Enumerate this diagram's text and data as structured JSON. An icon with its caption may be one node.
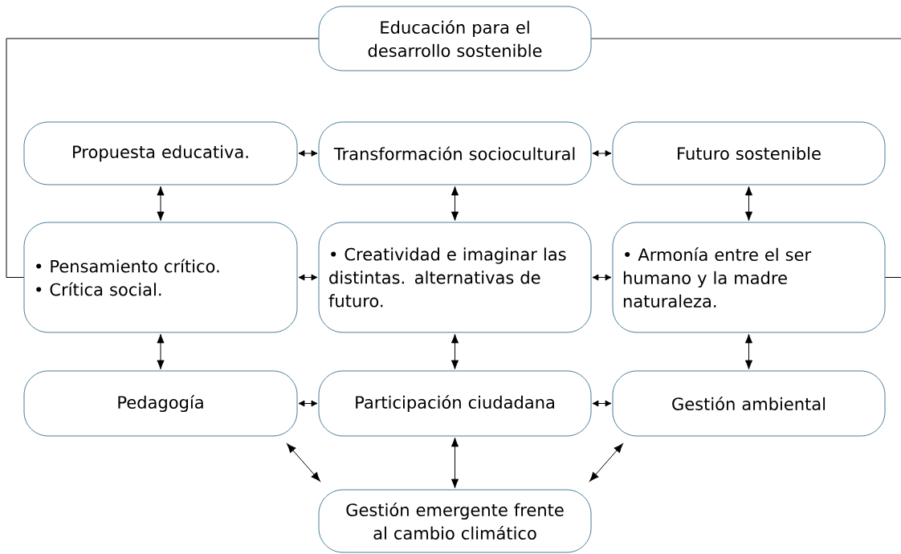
{
  "diagram": {
    "nodes": [
      {
        "text": [
          "Educación para el desarrollo sostenible"
        ]
      },
      {
        "text": [
          "Propuesta educativa."
        ]
      },
      {
        "text": [
          "Transformación sociocultural"
        ]
      },
      {
        "text": [
          "Futuro sostenible"
        ]
      },
      {
        "text": [
          "• Pensamiento crítico.",
          "• Crítica social."
        ]
      },
      {
        "text": [
          "• Creatividad e imaginar las distintas. alternativas de futuro."
        ]
      },
      {
        "text": [
          "• Armonía entre el ser humano y la madre naturaleza."
        ]
      },
      {
        "text": [
          "Pedagogía"
        ]
      },
      {
        "text": [
          "Participación ciudadana"
        ]
      },
      {
        "text": [
          "Gestión ambiental"
        ]
      },
      {
        "text": [
          "Gestión emergente frente al cambio climático"
        ]
      }
    ],
    "edges": [
      {
        "from": 0,
        "to": 4,
        "arrow": "none"
      },
      {
        "from": 0,
        "to": 6,
        "arrow": "none"
      },
      {
        "from": 1,
        "to": 2,
        "arrow": "both"
      },
      {
        "from": 2,
        "to": 3,
        "arrow": "both"
      },
      {
        "from": 1,
        "to": 4,
        "arrow": "both"
      },
      {
        "from": 2,
        "to": 5,
        "arrow": "both"
      },
      {
        "from": 3,
        "to": 6,
        "arrow": "both"
      },
      {
        "from": 4,
        "to": 5,
        "arrow": "both"
      },
      {
        "from": 5,
        "to": 6,
        "arrow": "both"
      },
      {
        "from": 4,
        "to": 7,
        "arrow": "both"
      },
      {
        "from": 5,
        "to": 8,
        "arrow": "both"
      },
      {
        "from": 6,
        "to": 9,
        "arrow": "both"
      },
      {
        "from": 7,
        "to": 8,
        "arrow": "both"
      },
      {
        "from": 8,
        "to": 9,
        "arrow": "both"
      },
      {
        "from": 7,
        "to": 10,
        "arrow": "both"
      },
      {
        "from": 8,
        "to": 10,
        "arrow": "both"
      },
      {
        "from": 9,
        "to": 10,
        "arrow": "both"
      }
    ]
  }
}
